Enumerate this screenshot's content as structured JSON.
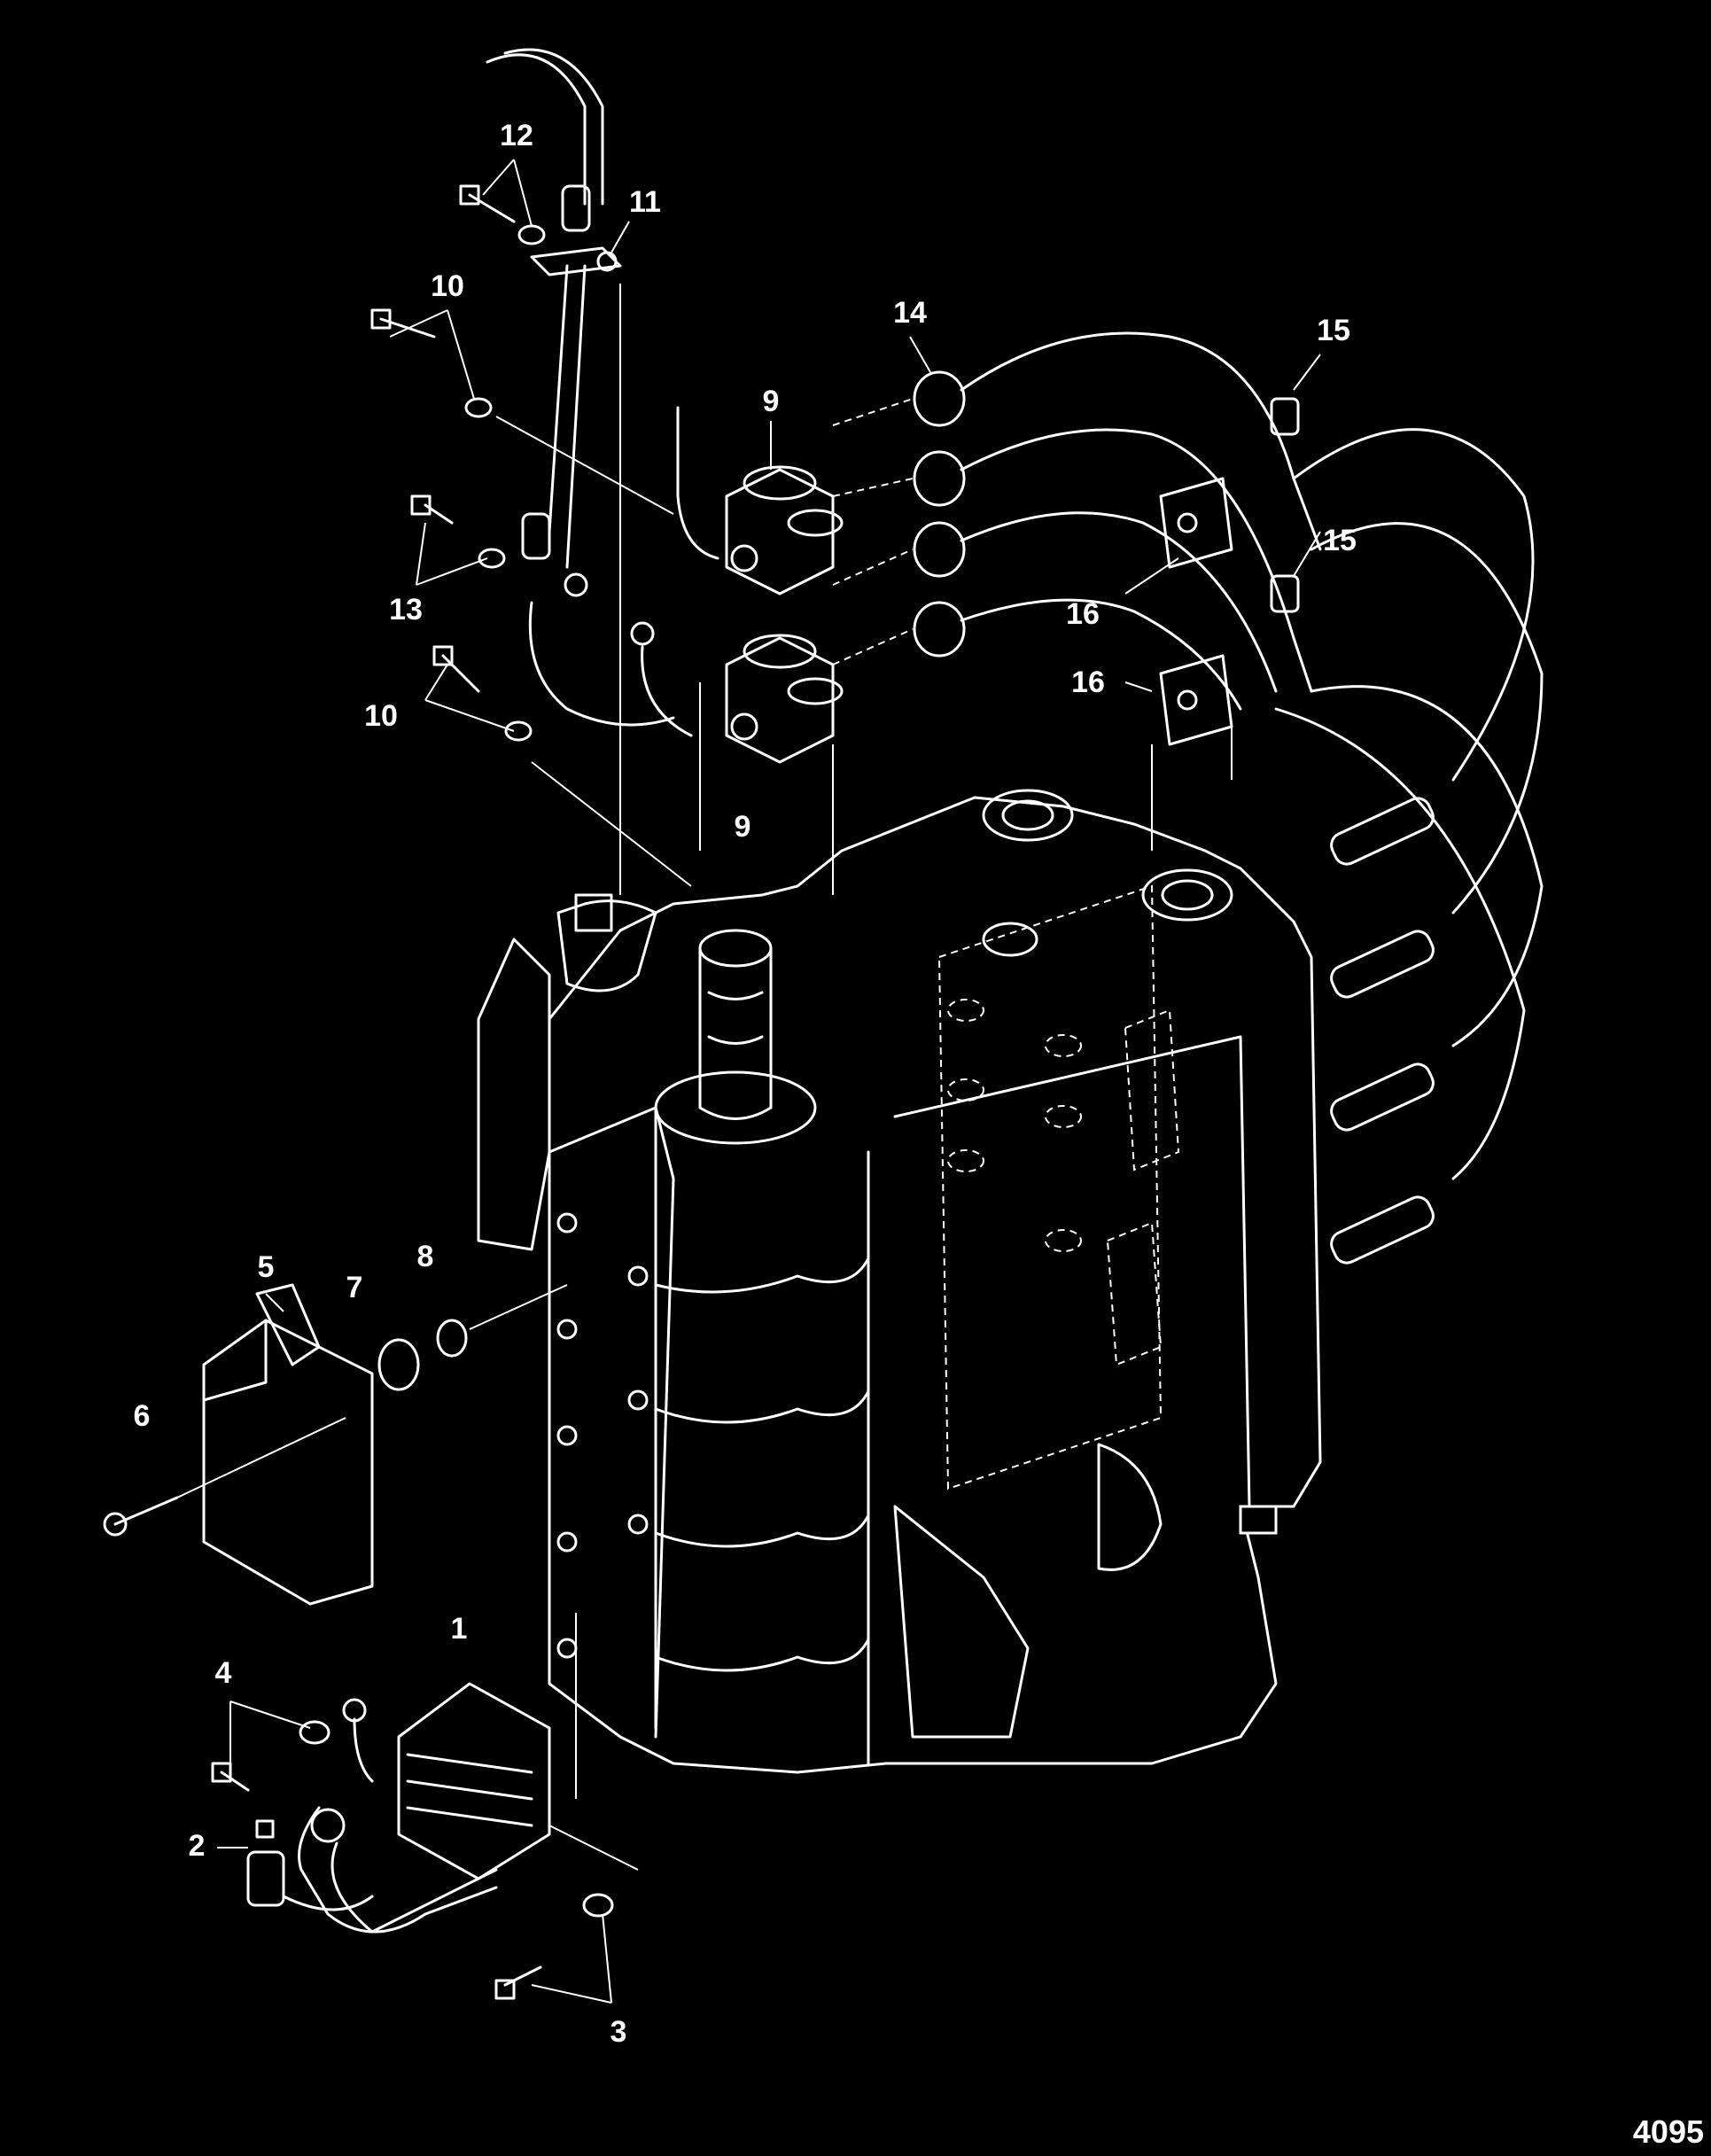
{
  "callouts": [
    {
      "id": "c1",
      "label": "1"
    },
    {
      "id": "c2",
      "label": "2"
    },
    {
      "id": "c3",
      "label": "3"
    },
    {
      "id": "c4",
      "label": "4"
    },
    {
      "id": "c5",
      "label": "5"
    },
    {
      "id": "c6",
      "label": "6"
    },
    {
      "id": "c7",
      "label": "7"
    },
    {
      "id": "c8",
      "label": "8"
    },
    {
      "id": "c9a",
      "label": "9"
    },
    {
      "id": "c9b",
      "label": "9"
    },
    {
      "id": "c10a",
      "label": "10"
    },
    {
      "id": "c10b",
      "label": "10"
    },
    {
      "id": "c11",
      "label": "11"
    },
    {
      "id": "c12",
      "label": "12"
    },
    {
      "id": "c13",
      "label": "13"
    },
    {
      "id": "c14",
      "label": "14"
    },
    {
      "id": "c15a",
      "label": "15"
    },
    {
      "id": "c15b",
      "label": "15"
    },
    {
      "id": "c16a",
      "label": "16"
    },
    {
      "id": "c16b",
      "label": "16"
    }
  ],
  "figure_number": "4095"
}
